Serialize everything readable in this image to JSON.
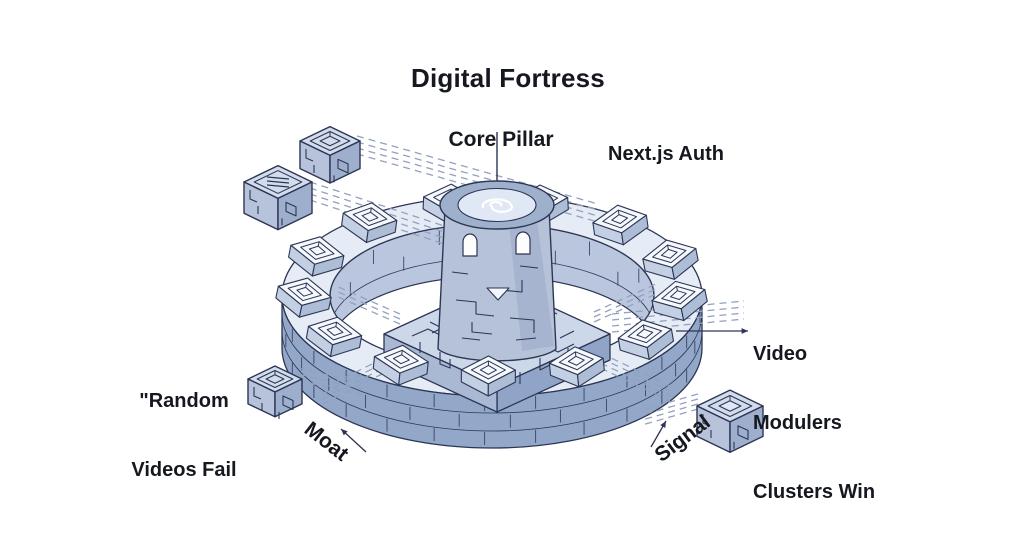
{
  "title": "Digital Fortress",
  "labels": {
    "core_pillar": "Core Pillar",
    "nextjs_auth": "Next.js Auth",
    "video_lines": [
      "Video",
      "Modulers",
      "Clusters Win"
    ],
    "random_lines": [
      "\"Random",
      "Videos Fail"
    ],
    "moat": "Moat",
    "signal": "Signal"
  },
  "icons": {
    "tower": "core-pillar-tower-icon",
    "wall": "moat-wall-icon",
    "cubes": [
      "cube-top-left-icon",
      "cube-left-icon",
      "cube-bottom-left-icon",
      "cube-bottom-right-icon"
    ]
  },
  "colors": {
    "ink": "#2c3654",
    "wall_front": "#93a8c9",
    "wall_top": "#e6ecf5",
    "wall_inner": "#b9c6dd",
    "tile_top": "#f5f8fc",
    "tile_side_l": "#c3cfe3",
    "tile_side_r": "#aebdd6",
    "platform_top": "#ccd7ea",
    "platform_left": "#a9b9d4",
    "platform_right": "#8fa4c6",
    "tower_body": "#b6c2d8",
    "tower_shade": "#a7b4cf",
    "rim": "#9fb0cc",
    "pool": "#dfe8f4",
    "swirl": "#ffffff",
    "cube_top": "#d3dcec",
    "cube_left": "#b7c3db",
    "cube_right": "#9dafcd",
    "dash": "#91a1bf",
    "text": "#15181f",
    "background": "#ffffff"
  }
}
